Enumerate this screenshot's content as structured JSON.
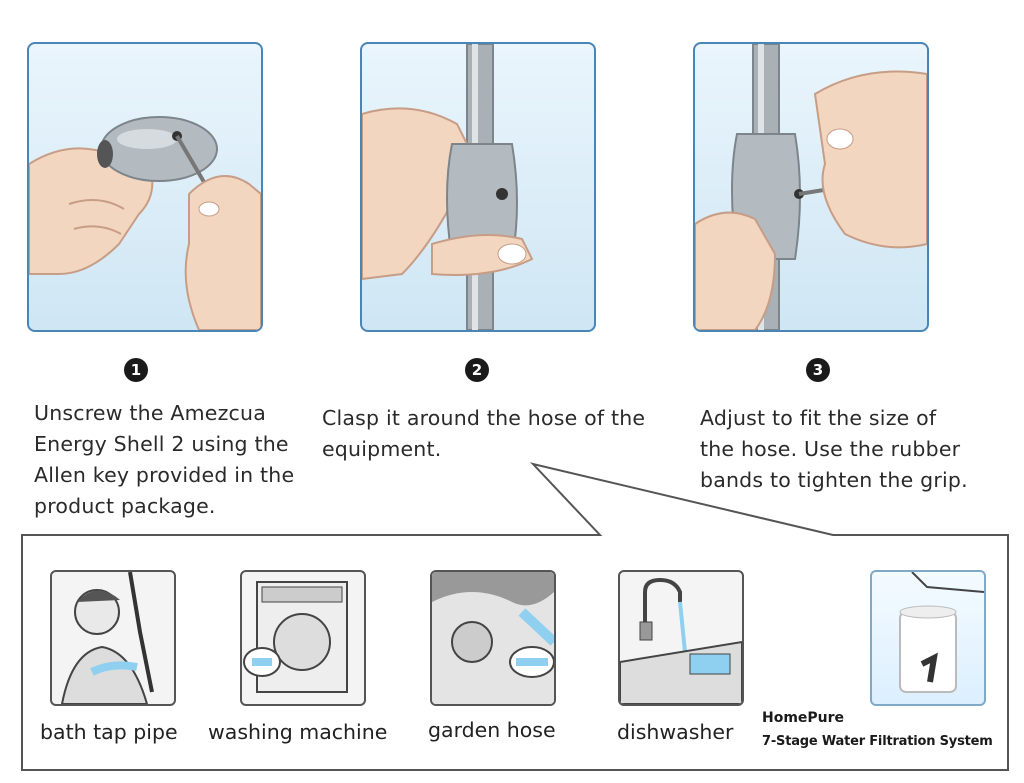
{
  "steps": [
    {
      "number": "1",
      "text_lines": [
        "Unscrew the Amezcua",
        "Energy Shell 2 using the",
        "Allen key provided  in the",
        "product package."
      ]
    },
    {
      "number": "2",
      "text_lines": [
        "Clasp it around the hose of the",
        "equipment."
      ]
    },
    {
      "number": "3",
      "text_lines": [
        "Adjust to fit the size of",
        "the hose. Use the rubber",
        "bands to tighten the grip."
      ]
    }
  ],
  "equipment": [
    {
      "label": "bath tap pipe",
      "icon": "shower-person-icon"
    },
    {
      "label": "washing machine",
      "icon": "washing-machine-icon"
    },
    {
      "label": "garden hose",
      "icon": "garden-hose-icon"
    },
    {
      "label": "dishwasher",
      "icon": "kitchen-sink-icon"
    }
  ],
  "filter": {
    "brand": "HomePure",
    "subtitle": "7-Stage Water Filtration System",
    "icon": "water-filter-icon"
  },
  "colors": {
    "panel_border": "#4a86b5",
    "panel_bg": "#cfe6f4",
    "metal": "#a9b0b6",
    "skin": "#f3d6c0",
    "callout_border": "#555555"
  }
}
